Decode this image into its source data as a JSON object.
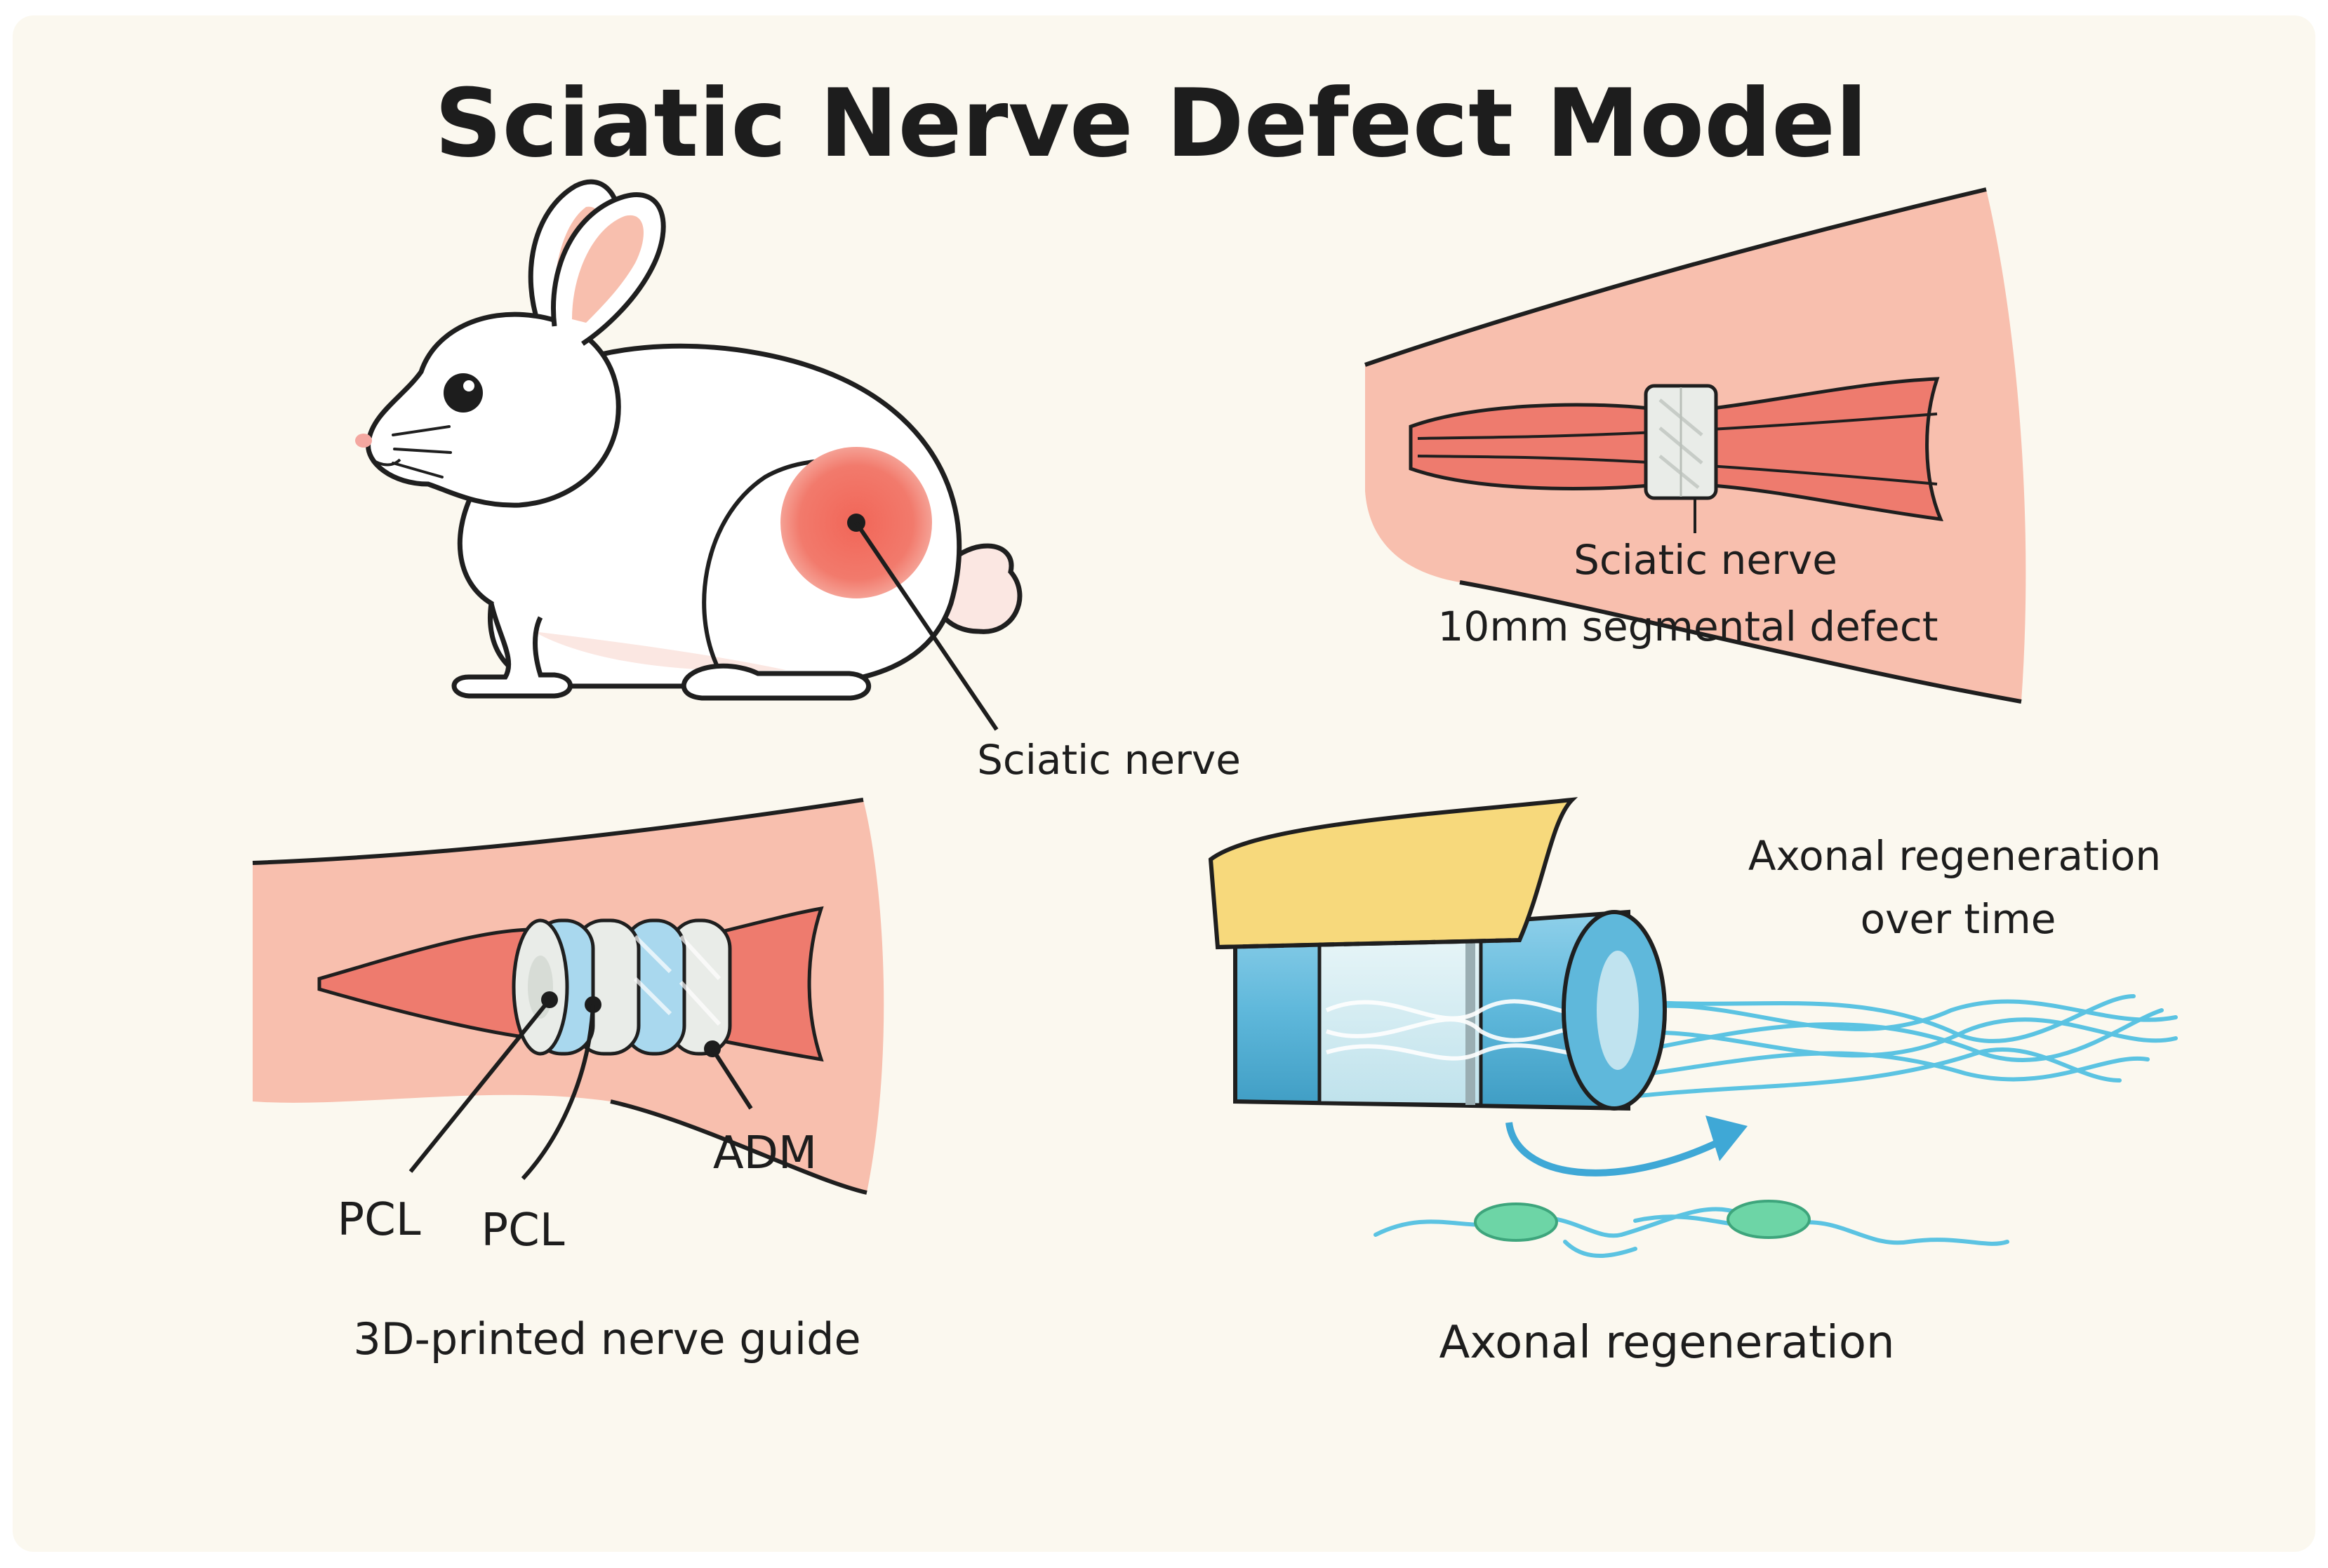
{
  "title": "Sciatic Nerve Defect Model",
  "colors": {
    "page_background": "#ffffff",
    "panel_background": "#fbf8ef",
    "tissue_pink": "#f8bfae",
    "tissue_edge": "#1f1f1f",
    "muscle_red": "#ee7b6e",
    "injection_red": "#f07566",
    "rabbit_body": "#ffffff",
    "rabbit_shade": "#fbe7e2",
    "conduit_white": "#e9ece8",
    "conduit_blue": "#a9d8ee",
    "tube_blue": "#5fb8db",
    "tube_glass": "#d8eef4",
    "sheet_yellow": "#f7d97c",
    "axon_cyan": "#5bc3e2",
    "schwann_green": "#6dd5a6",
    "text_dark": "#1d1d1d"
  },
  "icons": {
    "rabbit": "rabbit-icon",
    "injection_site": "target-spot-icon",
    "arrow": "curved-arrow-icon"
  },
  "panels": {
    "rabbit": {
      "label": "Sciatic nerve"
    },
    "defect": {
      "label_line1": "Sciatic nerve",
      "label_line2": "10mm segmental defect"
    },
    "guide": {
      "label_pcl_1": "PCL",
      "label_pcl_2": "PCL",
      "label_adm": "ADM",
      "caption": "3D-printed nerve guide"
    },
    "regeneration": {
      "label_line1": "Axonal regeneration",
      "label_line2": "over time",
      "caption": "Axonal regeneration"
    }
  }
}
